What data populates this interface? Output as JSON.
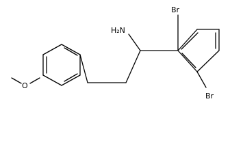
{
  "molecule": {
    "labels": {
      "amine": "H₂N",
      "bromo_top": "Br",
      "bromo_bottom": "Br",
      "methoxy_oxygen": "O"
    }
  }
}
